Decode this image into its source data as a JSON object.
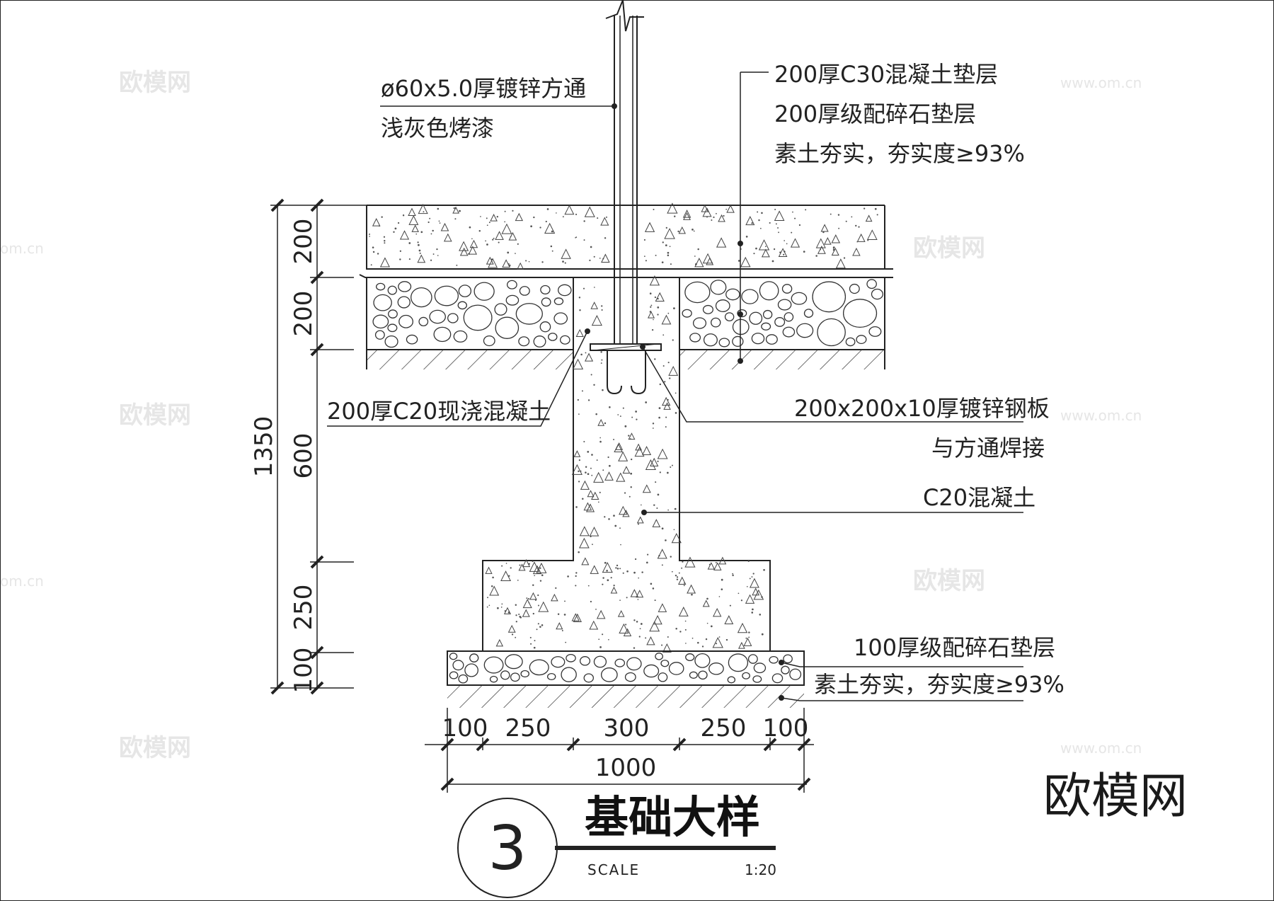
{
  "title": "基础大样",
  "detail_number": "3",
  "scale_label": "SCALE",
  "scale_value": "1:20",
  "annotations": {
    "pipe_spec": "ø60x5.0厚镀锌方通",
    "pipe_finish": "浅灰色烤漆",
    "top_layer_1": "200厚C30混凝土垫层",
    "top_layer_2": "200厚级配碎石垫层",
    "top_layer_3": "素土夯实，夯实度≥93%",
    "cast_concrete": "200厚C20现浇混凝土",
    "steel_plate": "200x200x10厚镀锌钢板",
    "steel_plate_weld": "与方通焊接",
    "c20_concrete": "C20混凝土",
    "bottom_layer_1": "100厚级配碎石垫层",
    "bottom_layer_2": "素土夯实，夯实度≥93%"
  },
  "dimensions": {
    "total_height": "1350",
    "vertical": [
      "200",
      "200",
      "600",
      "250",
      "100"
    ],
    "horizontal": [
      "100",
      "250",
      "300",
      "250",
      "100"
    ],
    "total_width": "1000"
  },
  "watermarks": {
    "brand": "欧模网",
    "url": "www.om.cn",
    "url_partial": "om.cn"
  }
}
